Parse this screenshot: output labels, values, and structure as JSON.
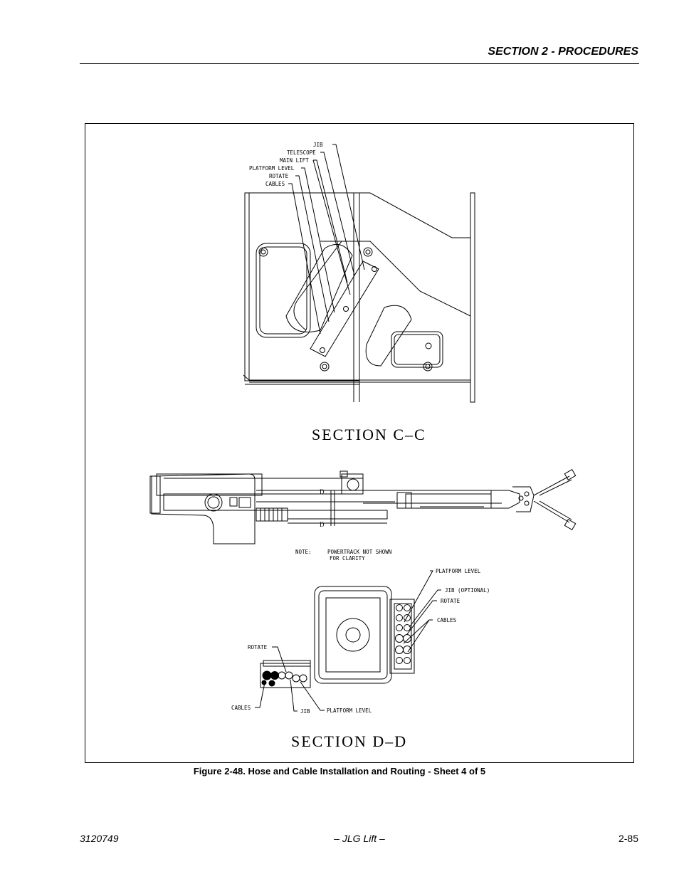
{
  "header": {
    "section_title": "SECTION 2 - PROCEDURES"
  },
  "figure": {
    "caption": "Figure 2-48.  Hose and Cable Installation and Routing - Sheet 4 of 5",
    "section_cc": {
      "title": "SECTION C–C",
      "labels": {
        "jib": "JIB",
        "telescope": "TELESCOPE",
        "main_lift": "MAIN LIFT",
        "platform_level": "PLATFORM LEVEL",
        "rotate": "ROTATE",
        "cables": "CABLES"
      }
    },
    "boom_view": {
      "marker_top": "D",
      "marker_bottom": "D",
      "note_label": "NOTE:",
      "note_line1": "POWERTRACK NOT SHOWN",
      "note_line2": "FOR CLARITY"
    },
    "section_dd": {
      "title": "SECTION D–D",
      "right_labels": {
        "platform_level": "PLATFORM LEVEL",
        "jib_optional": "JIB (OPTIONAL)",
        "rotate": "ROTATE",
        "cables": "CABLES"
      },
      "left_labels": {
        "rotate": "ROTATE",
        "cables": "CABLES",
        "jib": "JIB",
        "platform_level": "PLATFORM LEVEL"
      }
    }
  },
  "footer": {
    "doc_number": "3120749",
    "publisher": "– JLG Lift –",
    "page_number": "2-85"
  }
}
